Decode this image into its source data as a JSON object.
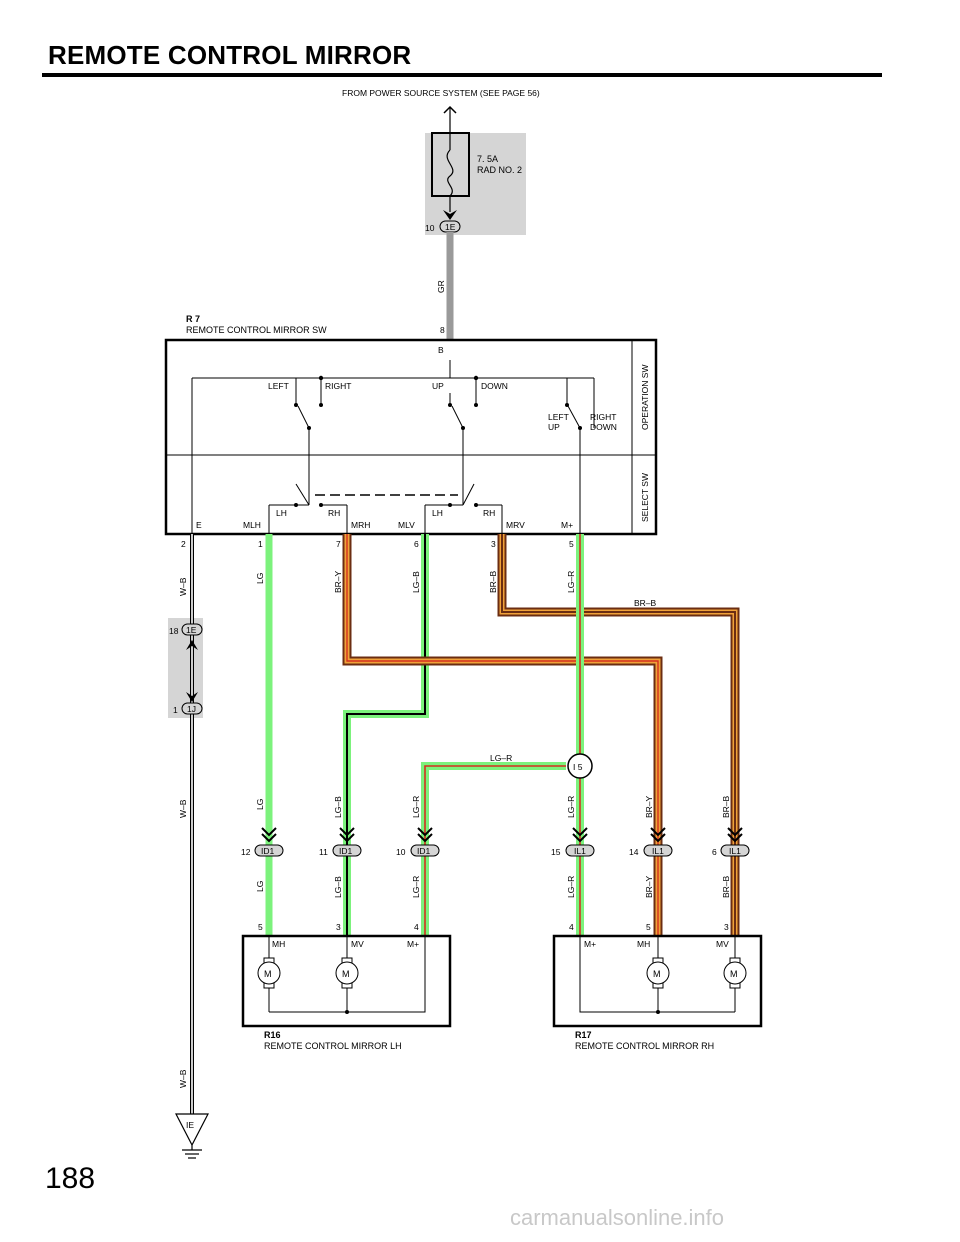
{
  "page_title": "REMOTE CONTROL MIRROR",
  "page_number": "188",
  "watermark": "carmanualsonline.info",
  "power_source": "FROM POWER SOURCE SYSTEM (SEE PAGE 56)",
  "fuse": {
    "rating": "7. 5A",
    "name": "RAD NO. 2"
  },
  "connectors": {
    "top": {
      "pin": "10",
      "id": "1E"
    },
    "ground_upper": {
      "pin": "18",
      "id": "1E"
    },
    "ground_lower": {
      "pin": "1",
      "id": "1J"
    },
    "splice": "I 5",
    "ground_point": "IE"
  },
  "switch": {
    "code": "R 7",
    "name": "REMOTE CONTROL MIRROR SW",
    "b_pin": "8",
    "b_label": "B",
    "operation_label": "OPERATION SW",
    "select_label": "SELECT SW",
    "op_labels": {
      "left": "LEFT",
      "right": "RIGHT",
      "up": "UP",
      "down": "DOWN",
      "left_up_1": "LEFT",
      "left_up_2": "UP",
      "right_down_1": "RIGHT",
      "right_down_2": "DOWN"
    },
    "select_labels": {
      "lh1": "LH",
      "rh1": "RH",
      "lh2": "LH",
      "rh2": "RH"
    },
    "terminals": [
      "E",
      "MLH",
      "MRH",
      "MLV",
      "MRV",
      "M+"
    ],
    "pins": [
      "2",
      "1",
      "7",
      "6",
      "3",
      "5"
    ]
  },
  "wire_colors": {
    "gr": "GR",
    "wb": "W–B",
    "lg": "LG",
    "bry": "BR–Y",
    "lgb": "LG–B",
    "brb": "BR–B",
    "lgr": "LG–R"
  },
  "inline_connectors": [
    {
      "pin": "12",
      "id": "ID1"
    },
    {
      "pin": "11",
      "id": "ID1"
    },
    {
      "pin": "10",
      "id": "ID1"
    },
    {
      "pin": "15",
      "id": "IL1"
    },
    {
      "pin": "14",
      "id": "IL1"
    },
    {
      "pin": "6",
      "id": "IL1"
    }
  ],
  "mirror_lh": {
    "code": "R16",
    "name": "REMOTE CONTROL MIRROR LH",
    "pins": [
      "5",
      "3",
      "4"
    ],
    "terminals": [
      "MH",
      "MV",
      "M+"
    ],
    "motor": "M"
  },
  "mirror_rh": {
    "code": "R17",
    "name": "REMOTE CONTROL MIRROR RH",
    "pins": [
      "4",
      "5",
      "3"
    ],
    "terminals": [
      "M+",
      "MH",
      "MV"
    ],
    "motor": "M"
  },
  "colors": {
    "lg": "#7cf27c",
    "lgb": "#7cf27c",
    "brown": "#6b2d12",
    "orange": "#f0a23a",
    "red": "#d4301f",
    "gray": "#9a9a9a",
    "shade": "#d5d5d5"
  }
}
